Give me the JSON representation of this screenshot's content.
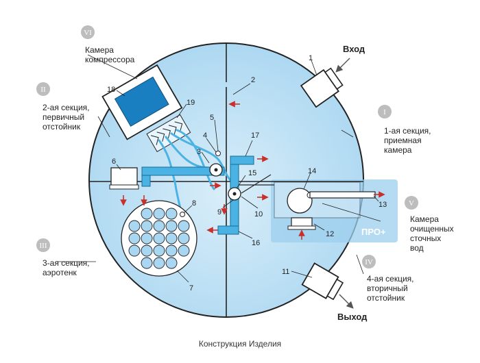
{
  "caption": "Конструкция Изделия",
  "io": {
    "inlet": "Вход",
    "outlet": "Выход"
  },
  "pro_badge": "ПРО+",
  "sections": [
    {
      "roman": "VI",
      "lines": [
        "Камера",
        "компрессора"
      ]
    },
    {
      "roman": "II",
      "lines": [
        "2-ая секция,",
        "первичный",
        "отстойник"
      ]
    },
    {
      "roman": "I",
      "lines": [
        "1-ая секция,",
        "приемная",
        "камера"
      ]
    },
    {
      "roman": "V",
      "lines": [
        "Камера",
        "очищенных",
        "сточных",
        "вод"
      ]
    },
    {
      "roman": "III",
      "lines": [
        "3-ая секция,",
        "аэротенк"
      ]
    },
    {
      "roman": "IV",
      "lines": [
        "4-ая секция,",
        "вторичный",
        "отстойник"
      ]
    }
  ],
  "callouts": [
    "1",
    "2",
    "3",
    "4",
    "5",
    "6",
    "7",
    "8",
    "9",
    "10",
    "11",
    "12",
    "13",
    "14",
    "15",
    "16",
    "17",
    "18",
    "19"
  ],
  "colors": {
    "tank_light": "#cfe8f7",
    "tank_mid": "#a9d6f1",
    "module_bg": "#b8def5",
    "pipe": "#4ab3e4",
    "compressor": "#1a7fc1",
    "roman_circle": "#bdbdbd",
    "arrow": "#c9302c"
  }
}
